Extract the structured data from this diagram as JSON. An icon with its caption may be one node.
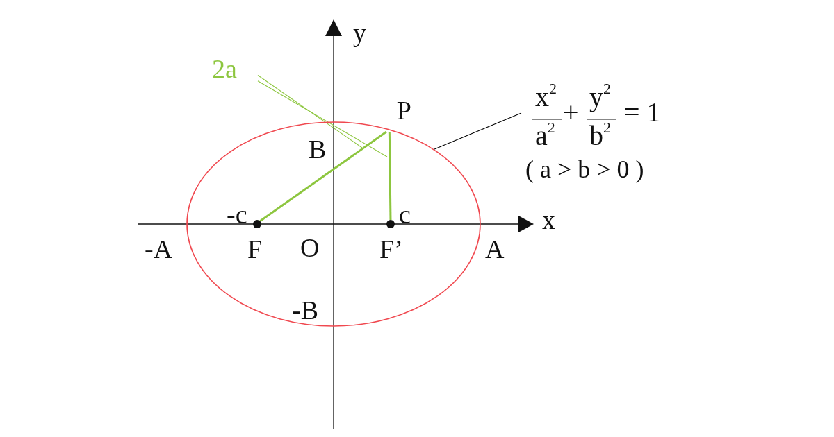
{
  "diagram": {
    "nodes": [
      {
        "text": [
          "2a"
        ]
      },
      {
        "text": [
          "x$^{2}$",
          "a$^{2}$",
          "+",
          "y$^{2}$",
          "b$^{2}$",
          "= 1",
          "( a > b > 0 )"
        ]
      },
      {
        "text": [
          "P"
        ]
      },
      {
        "text": [],
        "shape": "ellipse"
      },
      {
        "text": [],
        "shape": "circle",
        "beside": [
          "-c",
          "F"
        ],
        "in": 3
      },
      {
        "text": [],
        "shape": "circle",
        "beside": [
          "c",
          "F’"
        ],
        "in": 3
      }
    ],
    "edges": [
      {
        "from": 4,
        "to": 2,
        "arrow": "none",
        "style": "thick",
        "color": "#8dc63f"
      },
      {
        "from": 2,
        "to": 5,
        "arrow": "none",
        "style": "thick",
        "color": "#8dc63f"
      },
      {
        "from": 0,
        "to": null,
        "arrow": "none",
        "color": "#8dc63f"
      },
      {
        "from": 0,
        "to": null,
        "arrow": "none",
        "color": "#8dc63f"
      },
      {
        "from": 1,
        "to": 3,
        "arrow": "none",
        "color": "#000000"
      }
    ],
    "labels": [
      "y",
      "B",
      "x",
      "-A",
      "O",
      "A",
      "-B"
    ]
  }
}
